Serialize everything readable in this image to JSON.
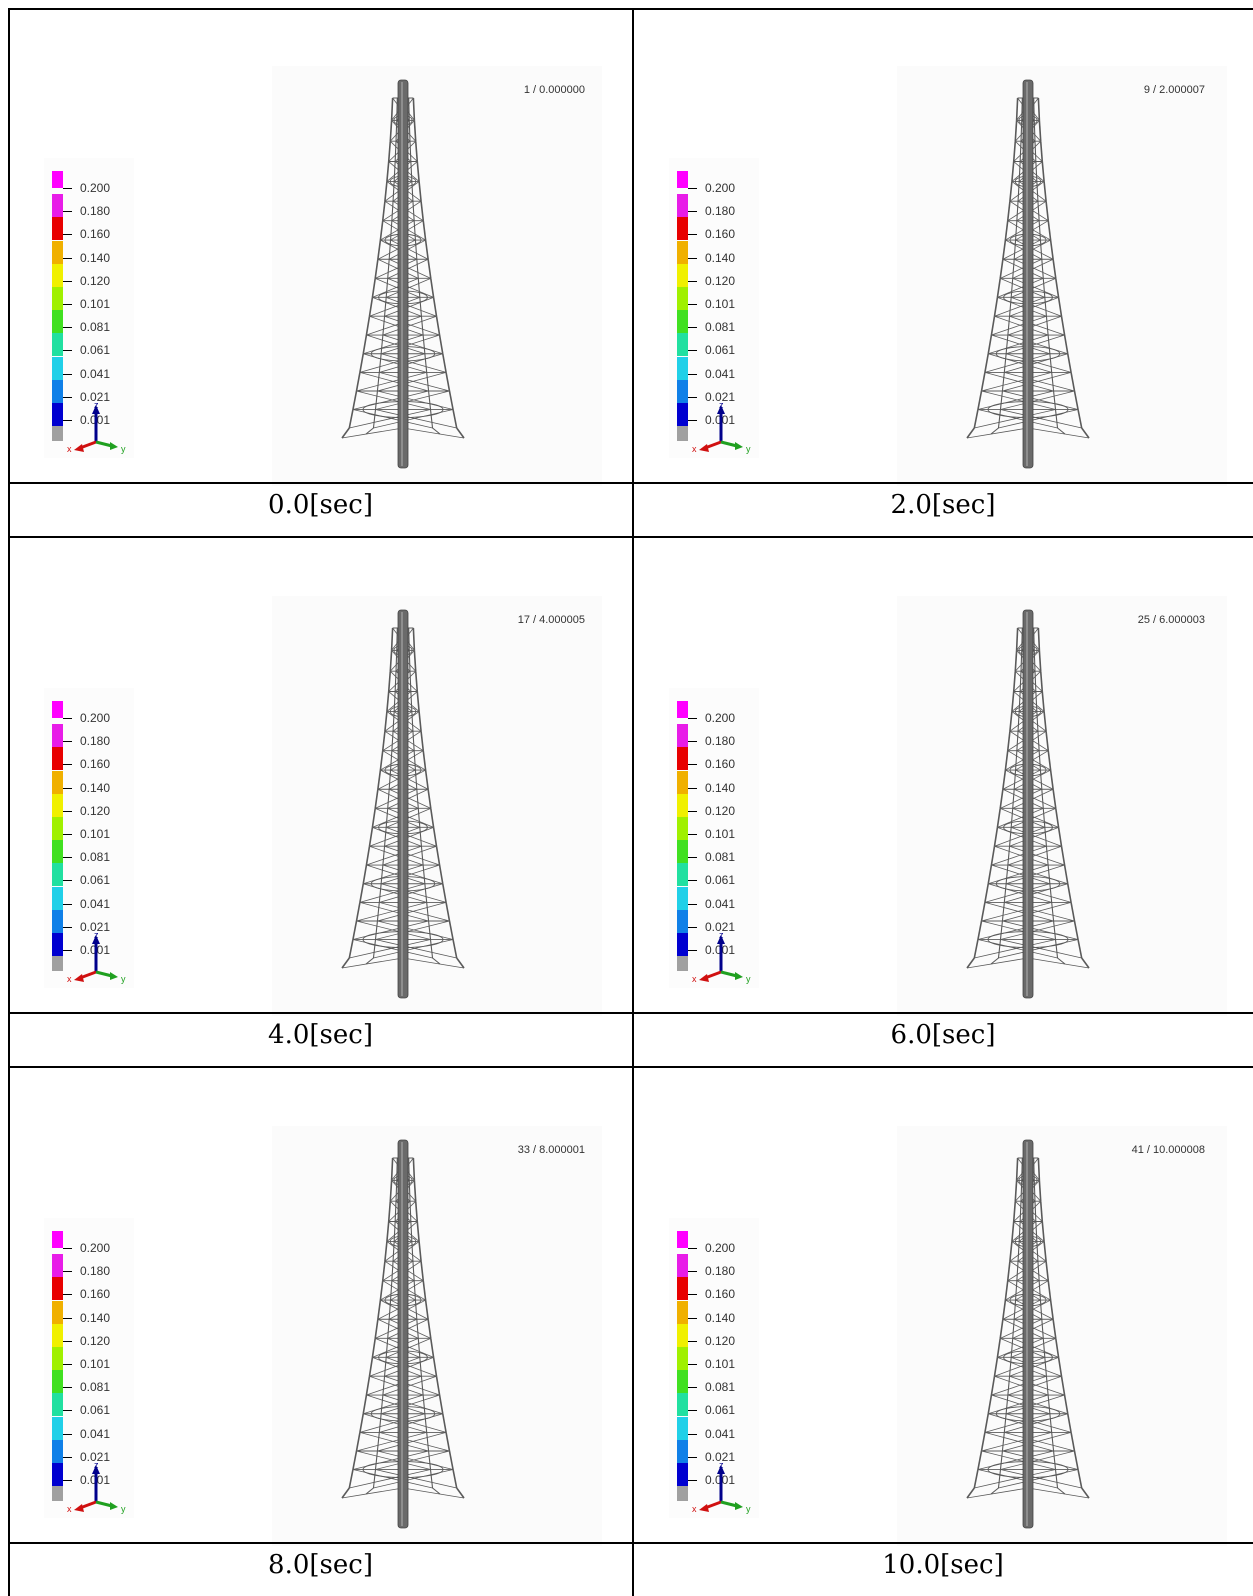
{
  "legend": {
    "values": [
      "0.200",
      "0.180",
      "0.160",
      "0.140",
      "0.120",
      "0.101",
      "0.081",
      "0.061",
      "0.041",
      "0.021",
      "0.001"
    ],
    "colors": [
      "#ff00ff",
      "#e81ce8",
      "#e80000",
      "#f0b000",
      "#f0f000",
      "#a0f000",
      "#40e020",
      "#20e0a0",
      "#20d0e8",
      "#1080e8",
      "#0000d0",
      "#a0a0a0"
    ]
  },
  "axes": {
    "x": "x",
    "y": "y",
    "z": "z"
  },
  "panels": [
    {
      "frame_label": "1 / 0.000000",
      "caption": "0.0[sec]"
    },
    {
      "frame_label": "9 / 2.000007",
      "caption": "2.0[sec]"
    },
    {
      "frame_label": "17 / 4.000005",
      "caption": "4.0[sec]"
    },
    {
      "frame_label": "25 / 6.000003",
      "caption": "6.0[sec]"
    },
    {
      "frame_label": "33 / 8.000001",
      "caption": "8.0[sec]"
    },
    {
      "frame_label": "41 / 10.000008",
      "caption": "10.0[sec]"
    }
  ]
}
